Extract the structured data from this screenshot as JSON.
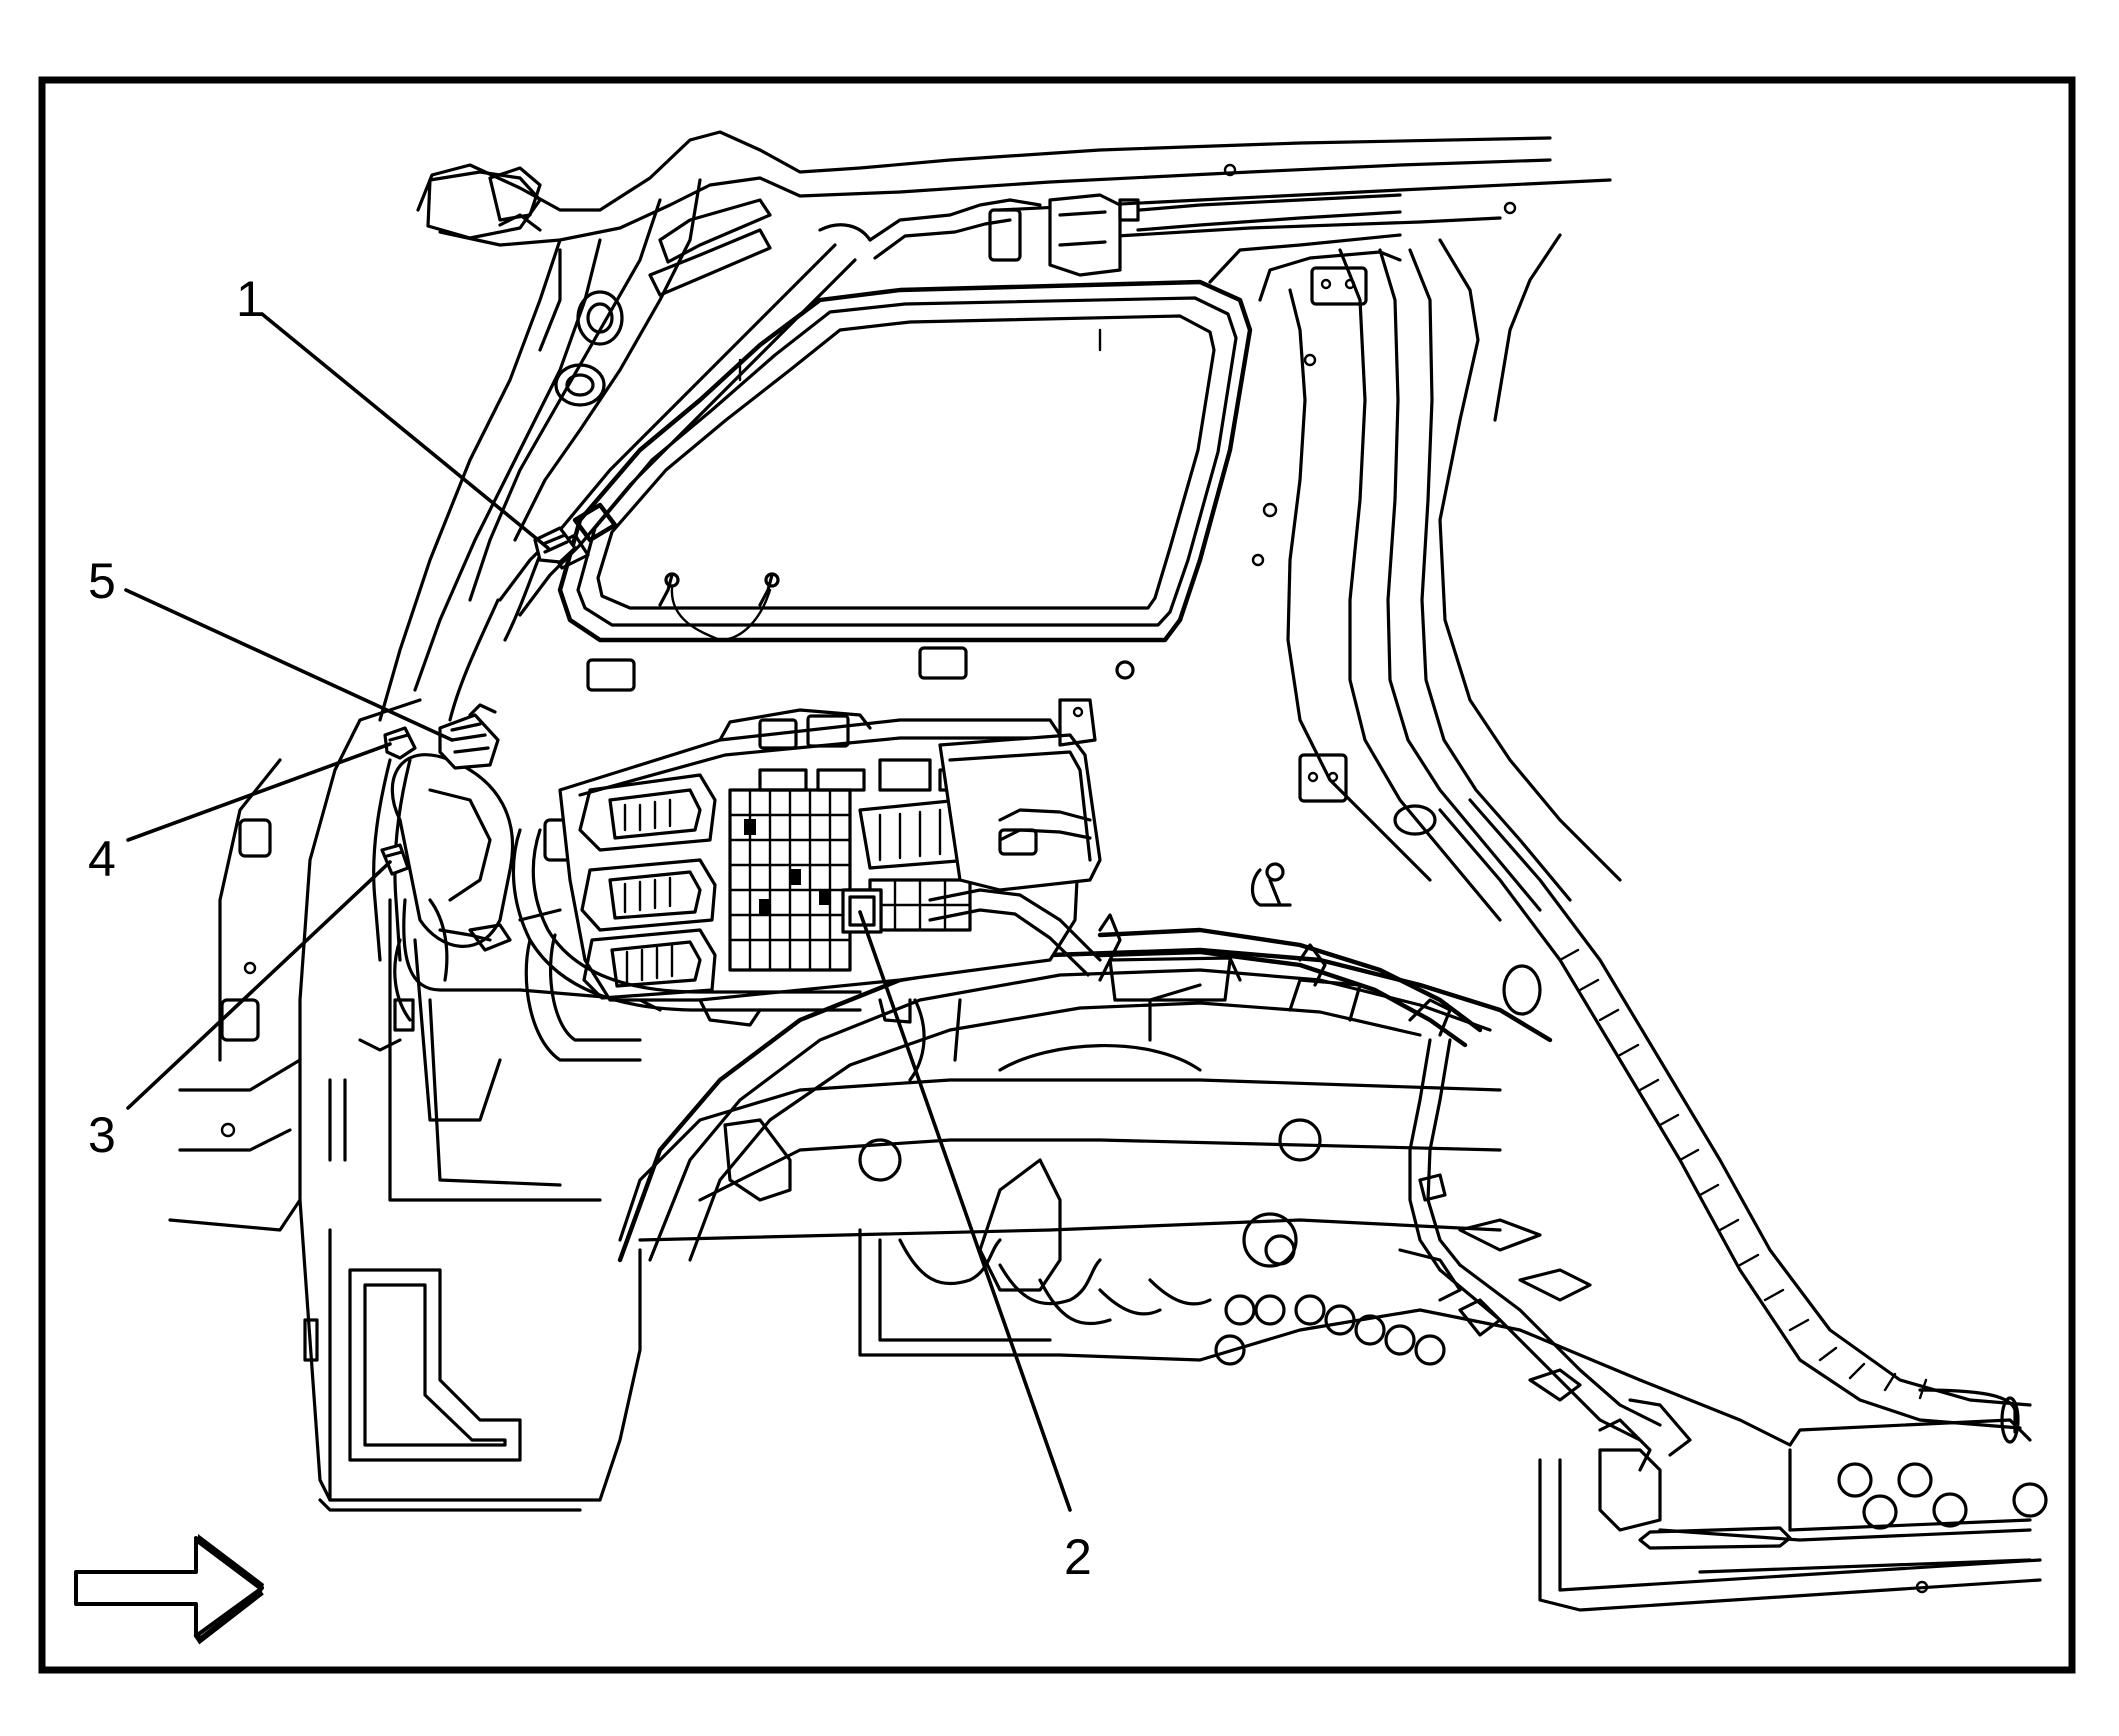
{
  "callouts": [
    {
      "id": "1",
      "label": "1"
    },
    {
      "id": "2",
      "label": "2"
    },
    {
      "id": "3",
      "label": "3"
    },
    {
      "id": "4",
      "label": "4"
    },
    {
      "id": "5",
      "label": "5"
    }
  ],
  "orientation_arrow_icon": "right-arrow-icon",
  "colors": {
    "line": "#000000",
    "background": "#ffffff"
  }
}
